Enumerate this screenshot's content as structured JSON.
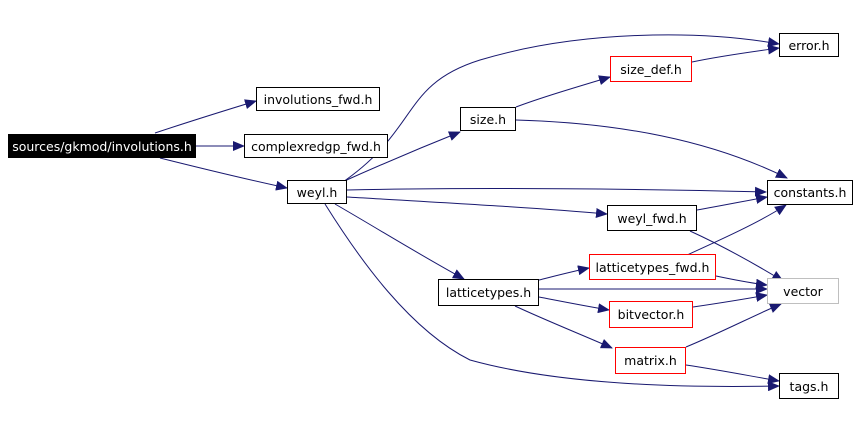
{
  "colors": {
    "edge": "#191970",
    "border": "#000000",
    "red": "#ff0000",
    "grey": "#bfbfbf",
    "root_bg": "#000000",
    "root_fg": "#ffffff"
  },
  "nodes": {
    "root": "sources/gkmod/involutions.h",
    "involutions_fwd": "involutions_fwd.h",
    "complexredgp_fwd": "complexredgp_fwd.h",
    "weyl": "weyl.h",
    "size": "size.h",
    "size_def": "size_def.h",
    "error": "error.h",
    "constants": "constants.h",
    "weyl_fwd": "weyl_fwd.h",
    "latticetypes": "latticetypes.h",
    "latticetypes_fwd": "latticetypes_fwd.h",
    "vector": "vector",
    "bitvector": "bitvector.h",
    "matrix": "matrix.h",
    "tags": "tags.h"
  },
  "edges": [
    [
      "root",
      "involutions_fwd"
    ],
    [
      "root",
      "complexredgp_fwd"
    ],
    [
      "root",
      "weyl"
    ],
    [
      "weyl",
      "error"
    ],
    [
      "weyl",
      "size"
    ],
    [
      "weyl",
      "constants"
    ],
    [
      "weyl",
      "weyl_fwd"
    ],
    [
      "weyl",
      "latticetypes"
    ],
    [
      "weyl",
      "tags"
    ],
    [
      "size",
      "size_def"
    ],
    [
      "size",
      "constants"
    ],
    [
      "size_def",
      "error"
    ],
    [
      "weyl_fwd",
      "constants"
    ],
    [
      "weyl_fwd",
      "vector"
    ],
    [
      "latticetypes",
      "latticetypes_fwd"
    ],
    [
      "latticetypes",
      "bitvector"
    ],
    [
      "latticetypes",
      "matrix"
    ],
    [
      "latticetypes",
      "vector"
    ],
    [
      "latticetypes_fwd",
      "constants"
    ],
    [
      "latticetypes_fwd",
      "vector"
    ],
    [
      "bitvector",
      "vector"
    ],
    [
      "matrix",
      "vector"
    ],
    [
      "matrix",
      "tags"
    ]
  ]
}
